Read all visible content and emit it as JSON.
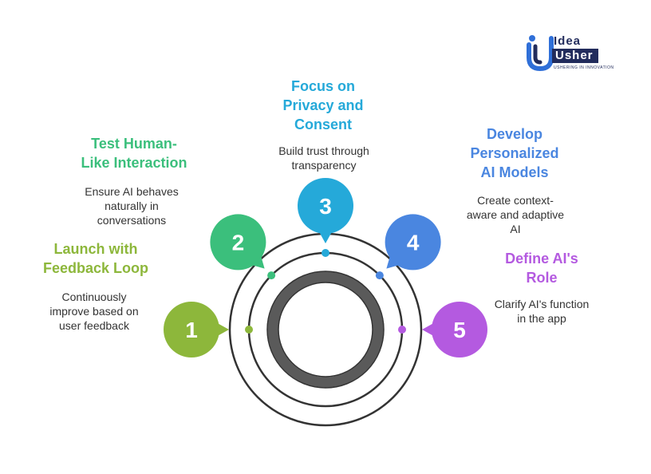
{
  "brand": {
    "word1": "Idea",
    "word2": "Usher",
    "tagline": "USHERING IN INNOVATION"
  },
  "steps": [
    {
      "number": "1",
      "title": "Launch with\nFeedback Loop",
      "description": "Continuously\nimprove based on\nuser feedback",
      "color": "#8db73b"
    },
    {
      "number": "2",
      "title": "Test Human-\nLike Interaction",
      "description": "Ensure AI behaves\nnaturally in\nconversations",
      "color": "#3bbf7c"
    },
    {
      "number": "3",
      "title": "Focus on\nPrivacy and\nConsent",
      "description": "Build trust through\ntransparency",
      "color": "#25a9d9"
    },
    {
      "number": "4",
      "title": "Develop\nPersonalized\nAI Models",
      "description": "Create context-\naware and adaptive\nAI",
      "color": "#4a86e0"
    },
    {
      "number": "5",
      "title": "Define AI's\nRole",
      "description": "Clarify AI's function\nin the app",
      "color": "#b45ae0"
    }
  ],
  "colors": {
    "ring_dark": "#5a5a5a",
    "ring_outline": "#333333",
    "logo_navy": "#222c5c",
    "logo_blue": "#2f6fd8"
  }
}
